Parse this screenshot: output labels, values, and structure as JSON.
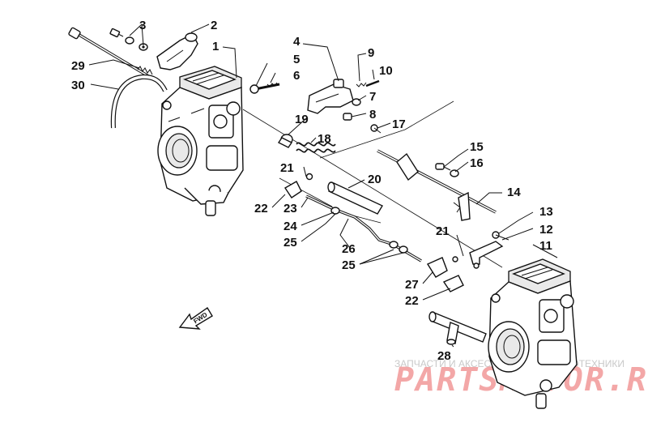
{
  "diagram": {
    "callouts": [
      {
        "id": "c1",
        "text": "1"
      },
      {
        "id": "c2",
        "text": "2"
      },
      {
        "id": "c3",
        "text": "3"
      },
      {
        "id": "c4",
        "text": "4"
      },
      {
        "id": "c5",
        "text": "5"
      },
      {
        "id": "c6",
        "text": "6"
      },
      {
        "id": "c7",
        "text": "7"
      },
      {
        "id": "c8",
        "text": "8"
      },
      {
        "id": "c9",
        "text": "9"
      },
      {
        "id": "c10",
        "text": "10"
      },
      {
        "id": "c11",
        "text": "11"
      },
      {
        "id": "c12",
        "text": "12"
      },
      {
        "id": "c13",
        "text": "13"
      },
      {
        "id": "c14",
        "text": "14"
      },
      {
        "id": "c15",
        "text": "15"
      },
      {
        "id": "c16",
        "text": "16"
      },
      {
        "id": "c17",
        "text": "17"
      },
      {
        "id": "c18",
        "text": "18"
      },
      {
        "id": "c19",
        "text": "19"
      },
      {
        "id": "c20",
        "text": "20"
      },
      {
        "id": "c21a",
        "text": "21"
      },
      {
        "id": "c21b",
        "text": "21"
      },
      {
        "id": "c22a",
        "text": "22"
      },
      {
        "id": "c22b",
        "text": "22"
      },
      {
        "id": "c23",
        "text": "23"
      },
      {
        "id": "c24",
        "text": "24"
      },
      {
        "id": "c25a",
        "text": "25"
      },
      {
        "id": "c25b",
        "text": "25"
      },
      {
        "id": "c26",
        "text": "26"
      },
      {
        "id": "c27",
        "text": "27"
      },
      {
        "id": "c28",
        "text": "28"
      },
      {
        "id": "c29",
        "text": "29"
      },
      {
        "id": "c30",
        "text": "30"
      }
    ],
    "direction_label": "FWD"
  },
  "watermark": {
    "caption": "ЗАПЧАСТИ И АКСЕССУАРЫ ДЛЯ МОТОТЕХНИКИ",
    "brand": "PARTSMOTOR.RU"
  }
}
